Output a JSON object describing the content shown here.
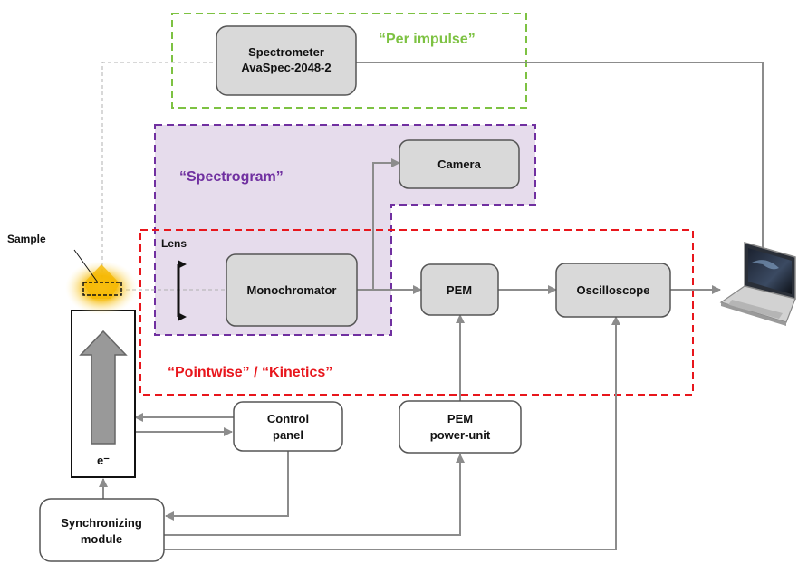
{
  "colors": {
    "per_impulse": "#7dc242",
    "spectrogram": "#7030a0",
    "spectrogram_fill": "#e6dcec",
    "pointwise": "#e8161c",
    "box_fill": "#d9d9d9",
    "connector": "#8c8c8c",
    "glow": "#f5b800"
  },
  "regions": {
    "per_impulse": "“Per impulse”",
    "spectrogram": "“Spectrogram”",
    "pointwise": "“Pointwise” / “Kinetics”"
  },
  "boxes": {
    "spectrometer": {
      "line1": "Spectrometer",
      "line2": "AvaSpec-2048-2"
    },
    "camera": "Camera",
    "monochromator": "Monochromator",
    "pem": "PEM",
    "oscilloscope": "Oscilloscope",
    "control_panel": {
      "line1": "Control",
      "line2": "panel"
    },
    "pem_power": {
      "line1": "PEM",
      "line2": "power-unit"
    },
    "sync": {
      "line1": "Synchronizing",
      "line2": "module"
    },
    "accelerator": "e⁻"
  },
  "labels": {
    "sample": "Sample",
    "lens": "Lens"
  },
  "icons": {
    "laptop": "laptop-icon",
    "lens": "double-arrow-icon",
    "beam": "beam-arrow-icon"
  }
}
